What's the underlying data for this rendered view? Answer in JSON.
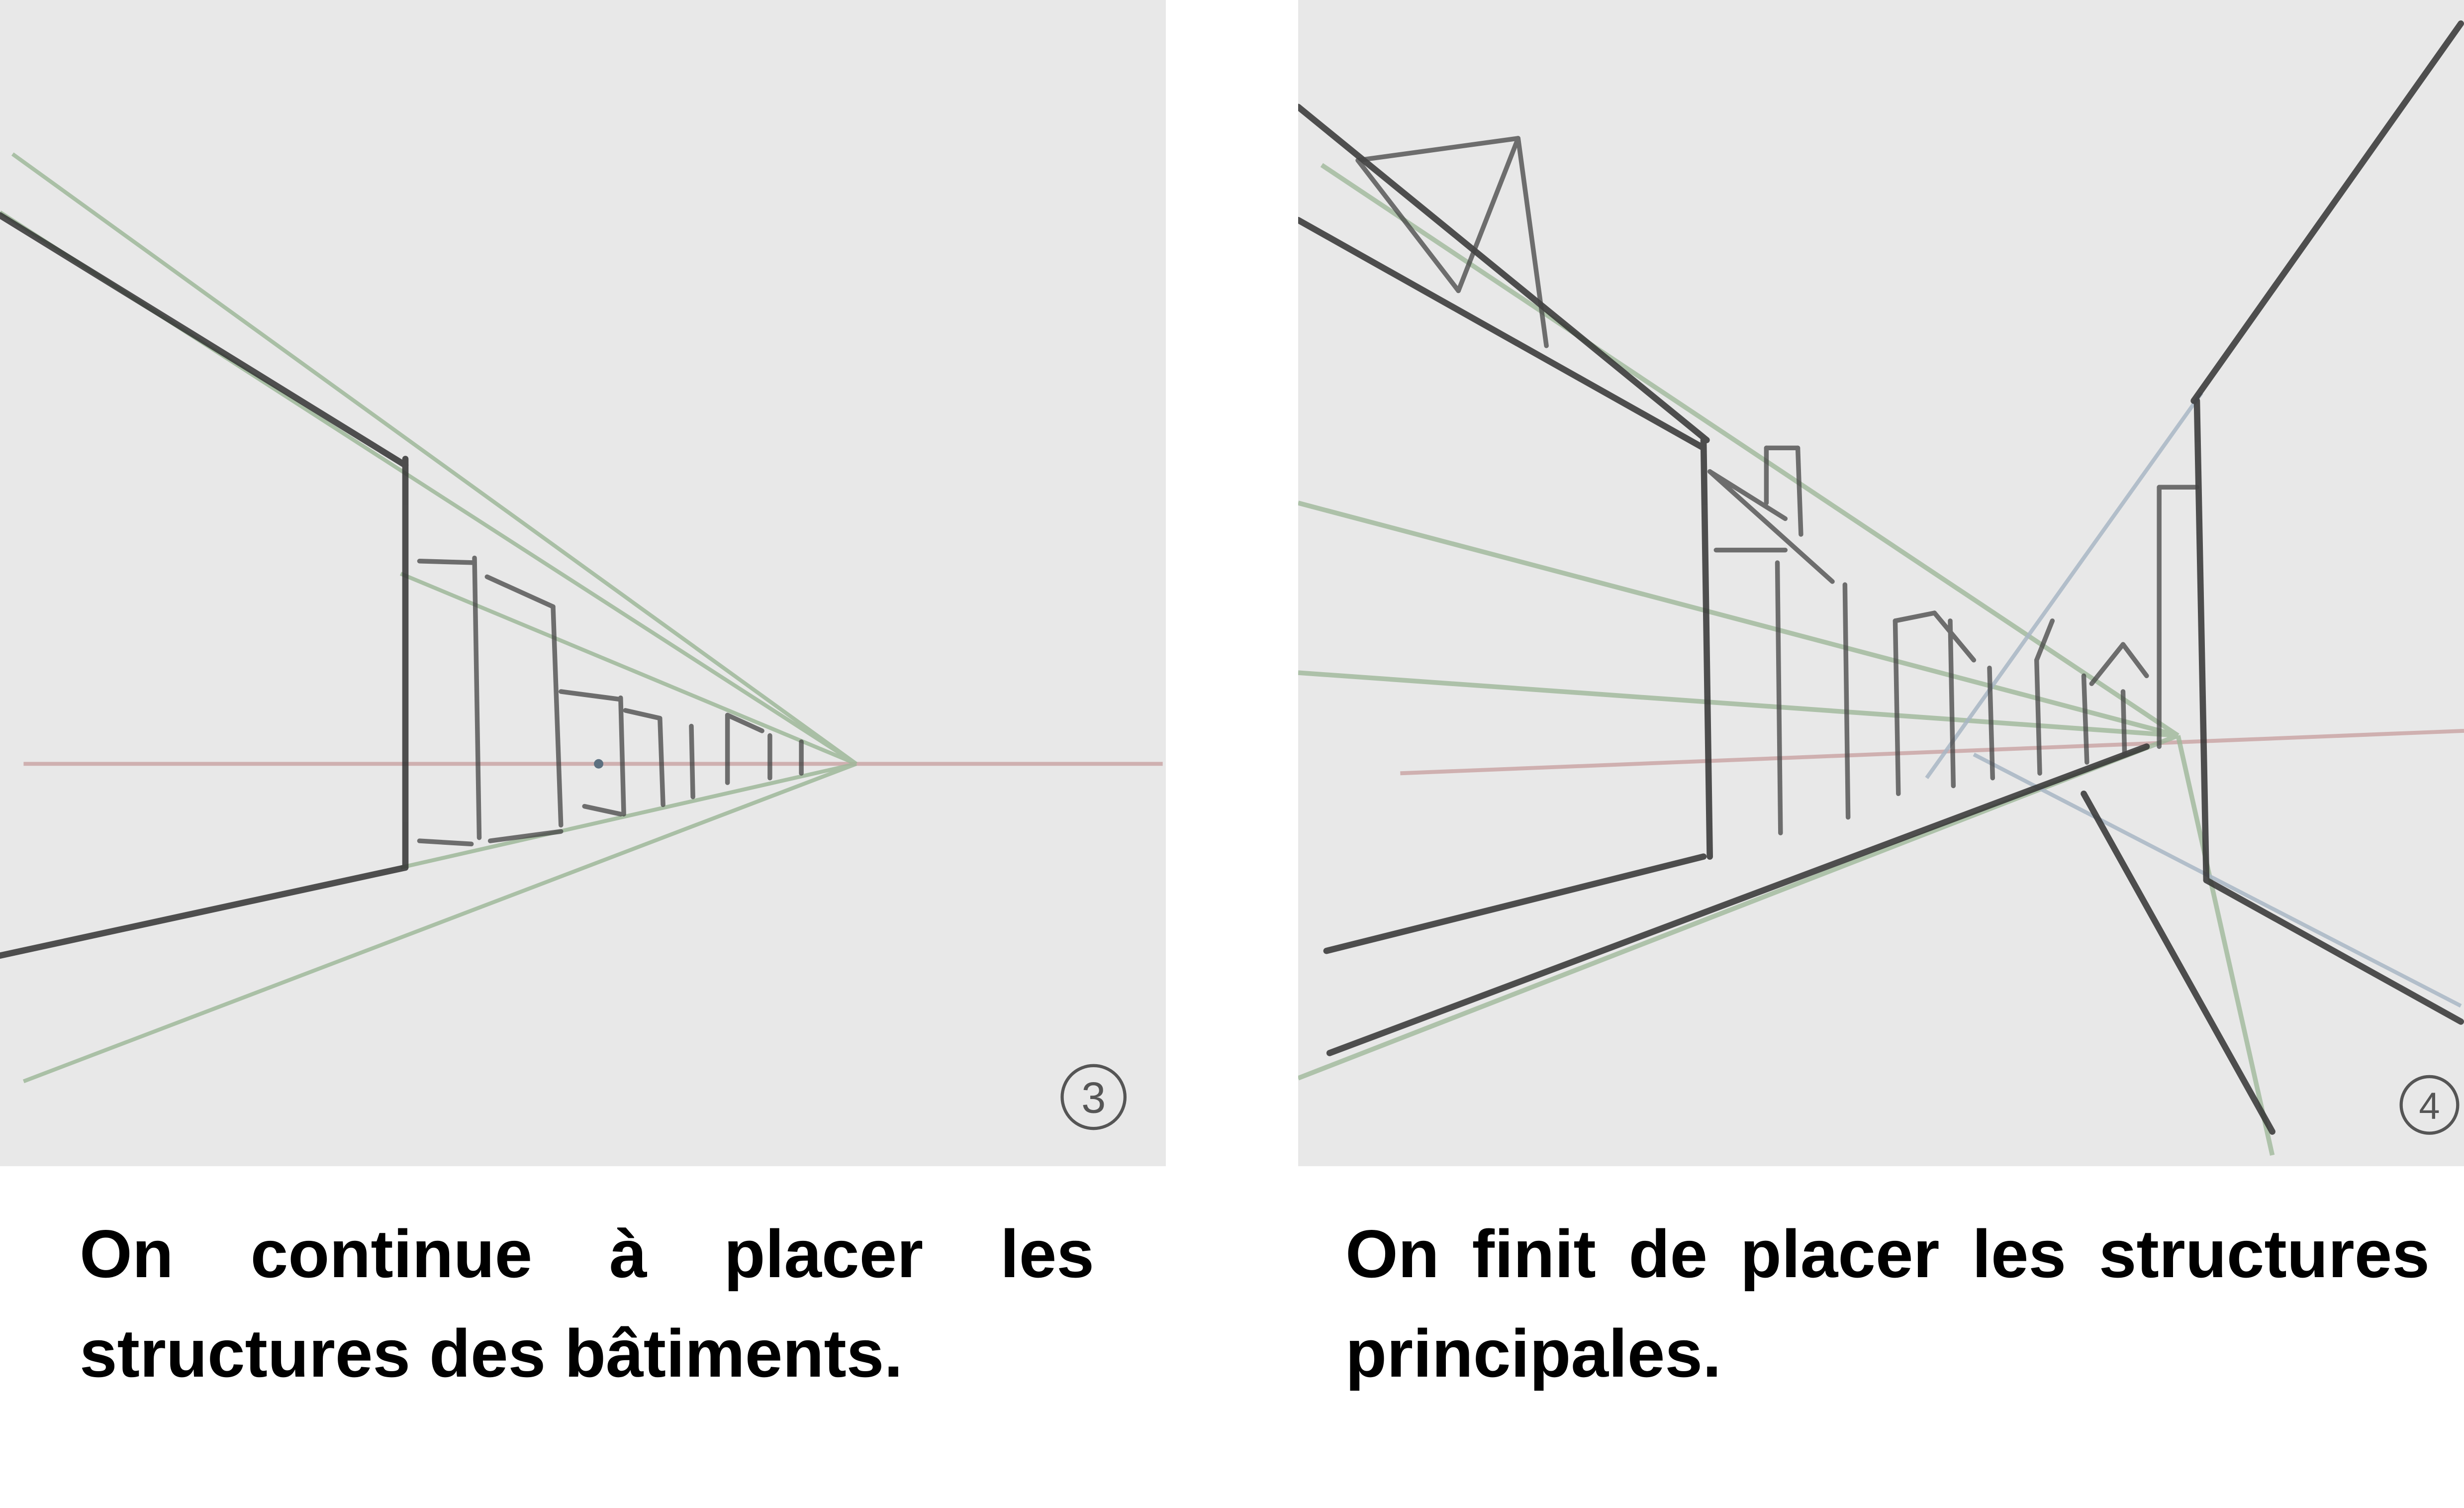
{
  "panels": [
    {
      "id": "step-3",
      "step_number": "3",
      "caption_lines": [
        "On continue à placer les",
        "structures des bâtiments."
      ],
      "colors": {
        "background": "#e8e8e8",
        "pencil": "#2e2e2e",
        "guide_green": "#9fb89a",
        "horizon_red": "#c9a3a3"
      }
    },
    {
      "id": "step-4",
      "step_number": "4",
      "caption_lines": [
        "On finit de placer les structures",
        "principales."
      ],
      "colors": {
        "background": "#e8e8e8",
        "pencil": "#2e2e2e",
        "guide_green": "#9fb89a",
        "guide_blue": "#a8b6c4",
        "horizon_red": "#c9a3a3"
      }
    }
  ]
}
